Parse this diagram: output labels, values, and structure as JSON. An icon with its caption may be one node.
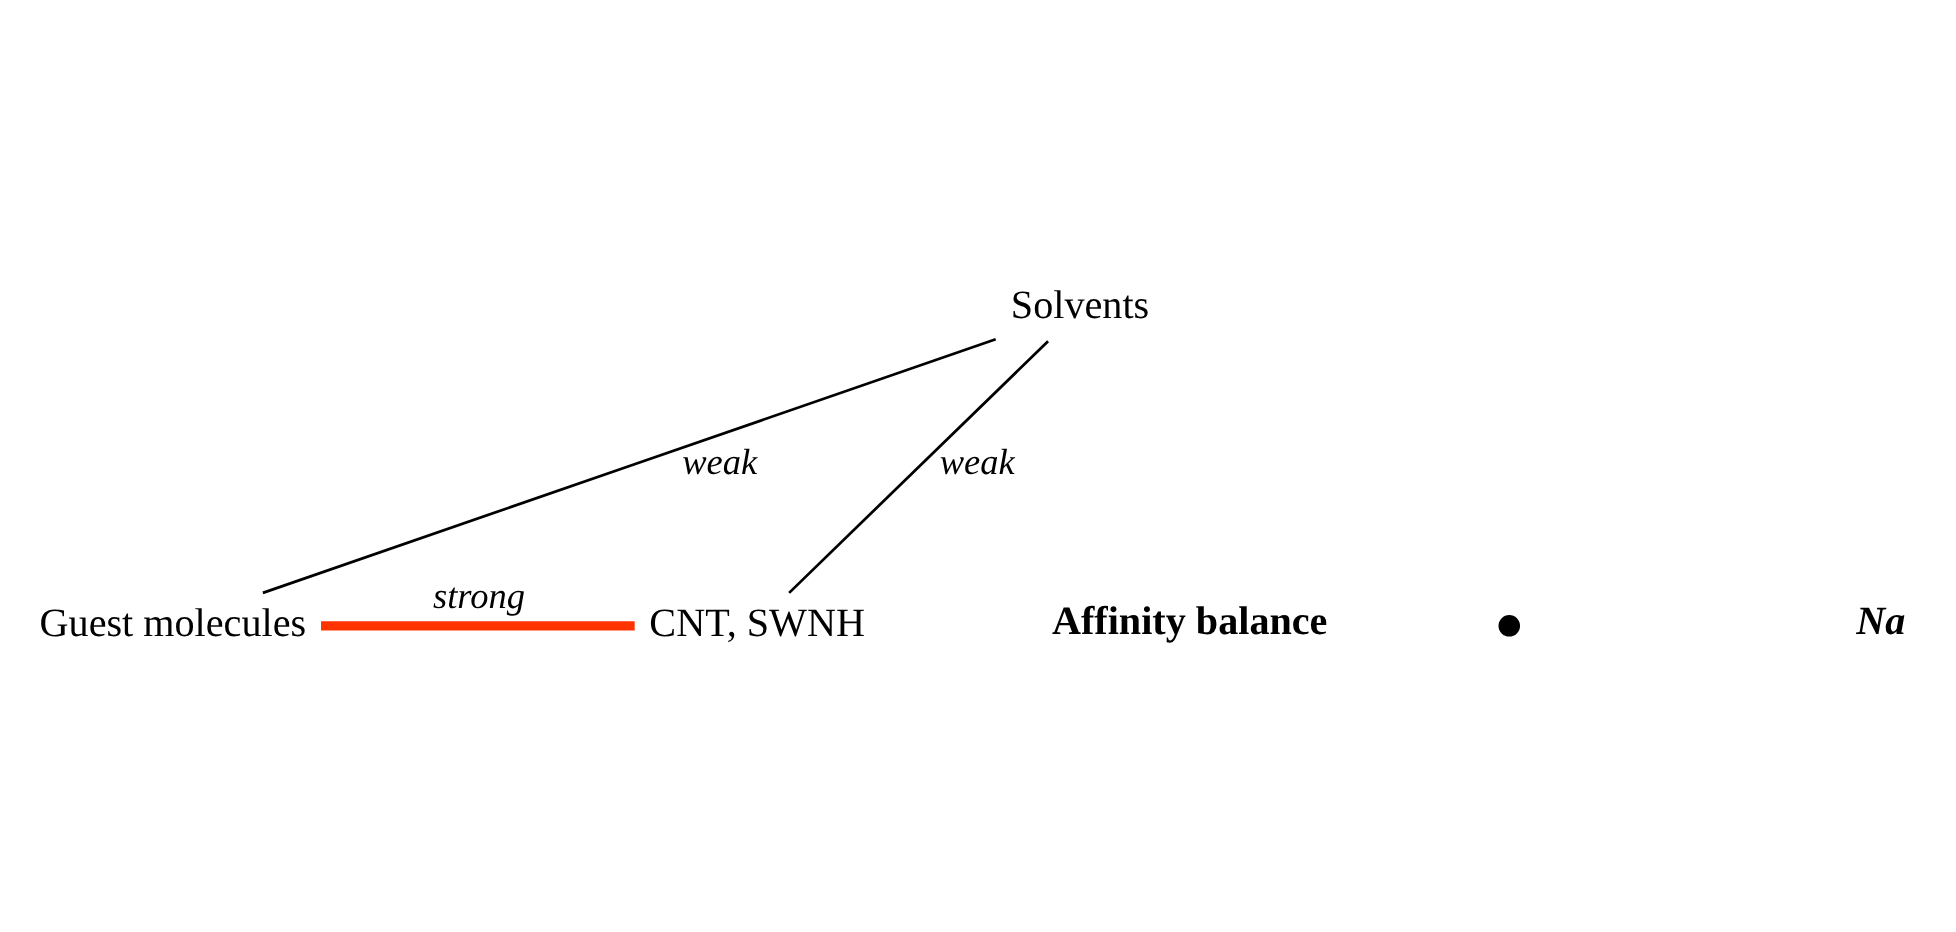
{
  "diagram": {
    "nodes": [
      {
        "text": [
          "Solvents"
        ]
      },
      {
        "text": [
          "Guest molecules"
        ]
      },
      {
        "text": [
          "CNT, SWNH"
        ]
      }
    ],
    "edges": [
      {
        "from": 0,
        "to": 1,
        "arrow": "none",
        "label": "weak"
      },
      {
        "from": 0,
        "to": 2,
        "arrow": "none",
        "label": "weak"
      },
      {
        "from": 1,
        "to": 2,
        "arrow": "none",
        "label": "strong",
        "style": "thick",
        "color": "#ff3300"
      }
    ],
    "labels": [
      "Affinity balance",
      "Na"
    ]
  }
}
